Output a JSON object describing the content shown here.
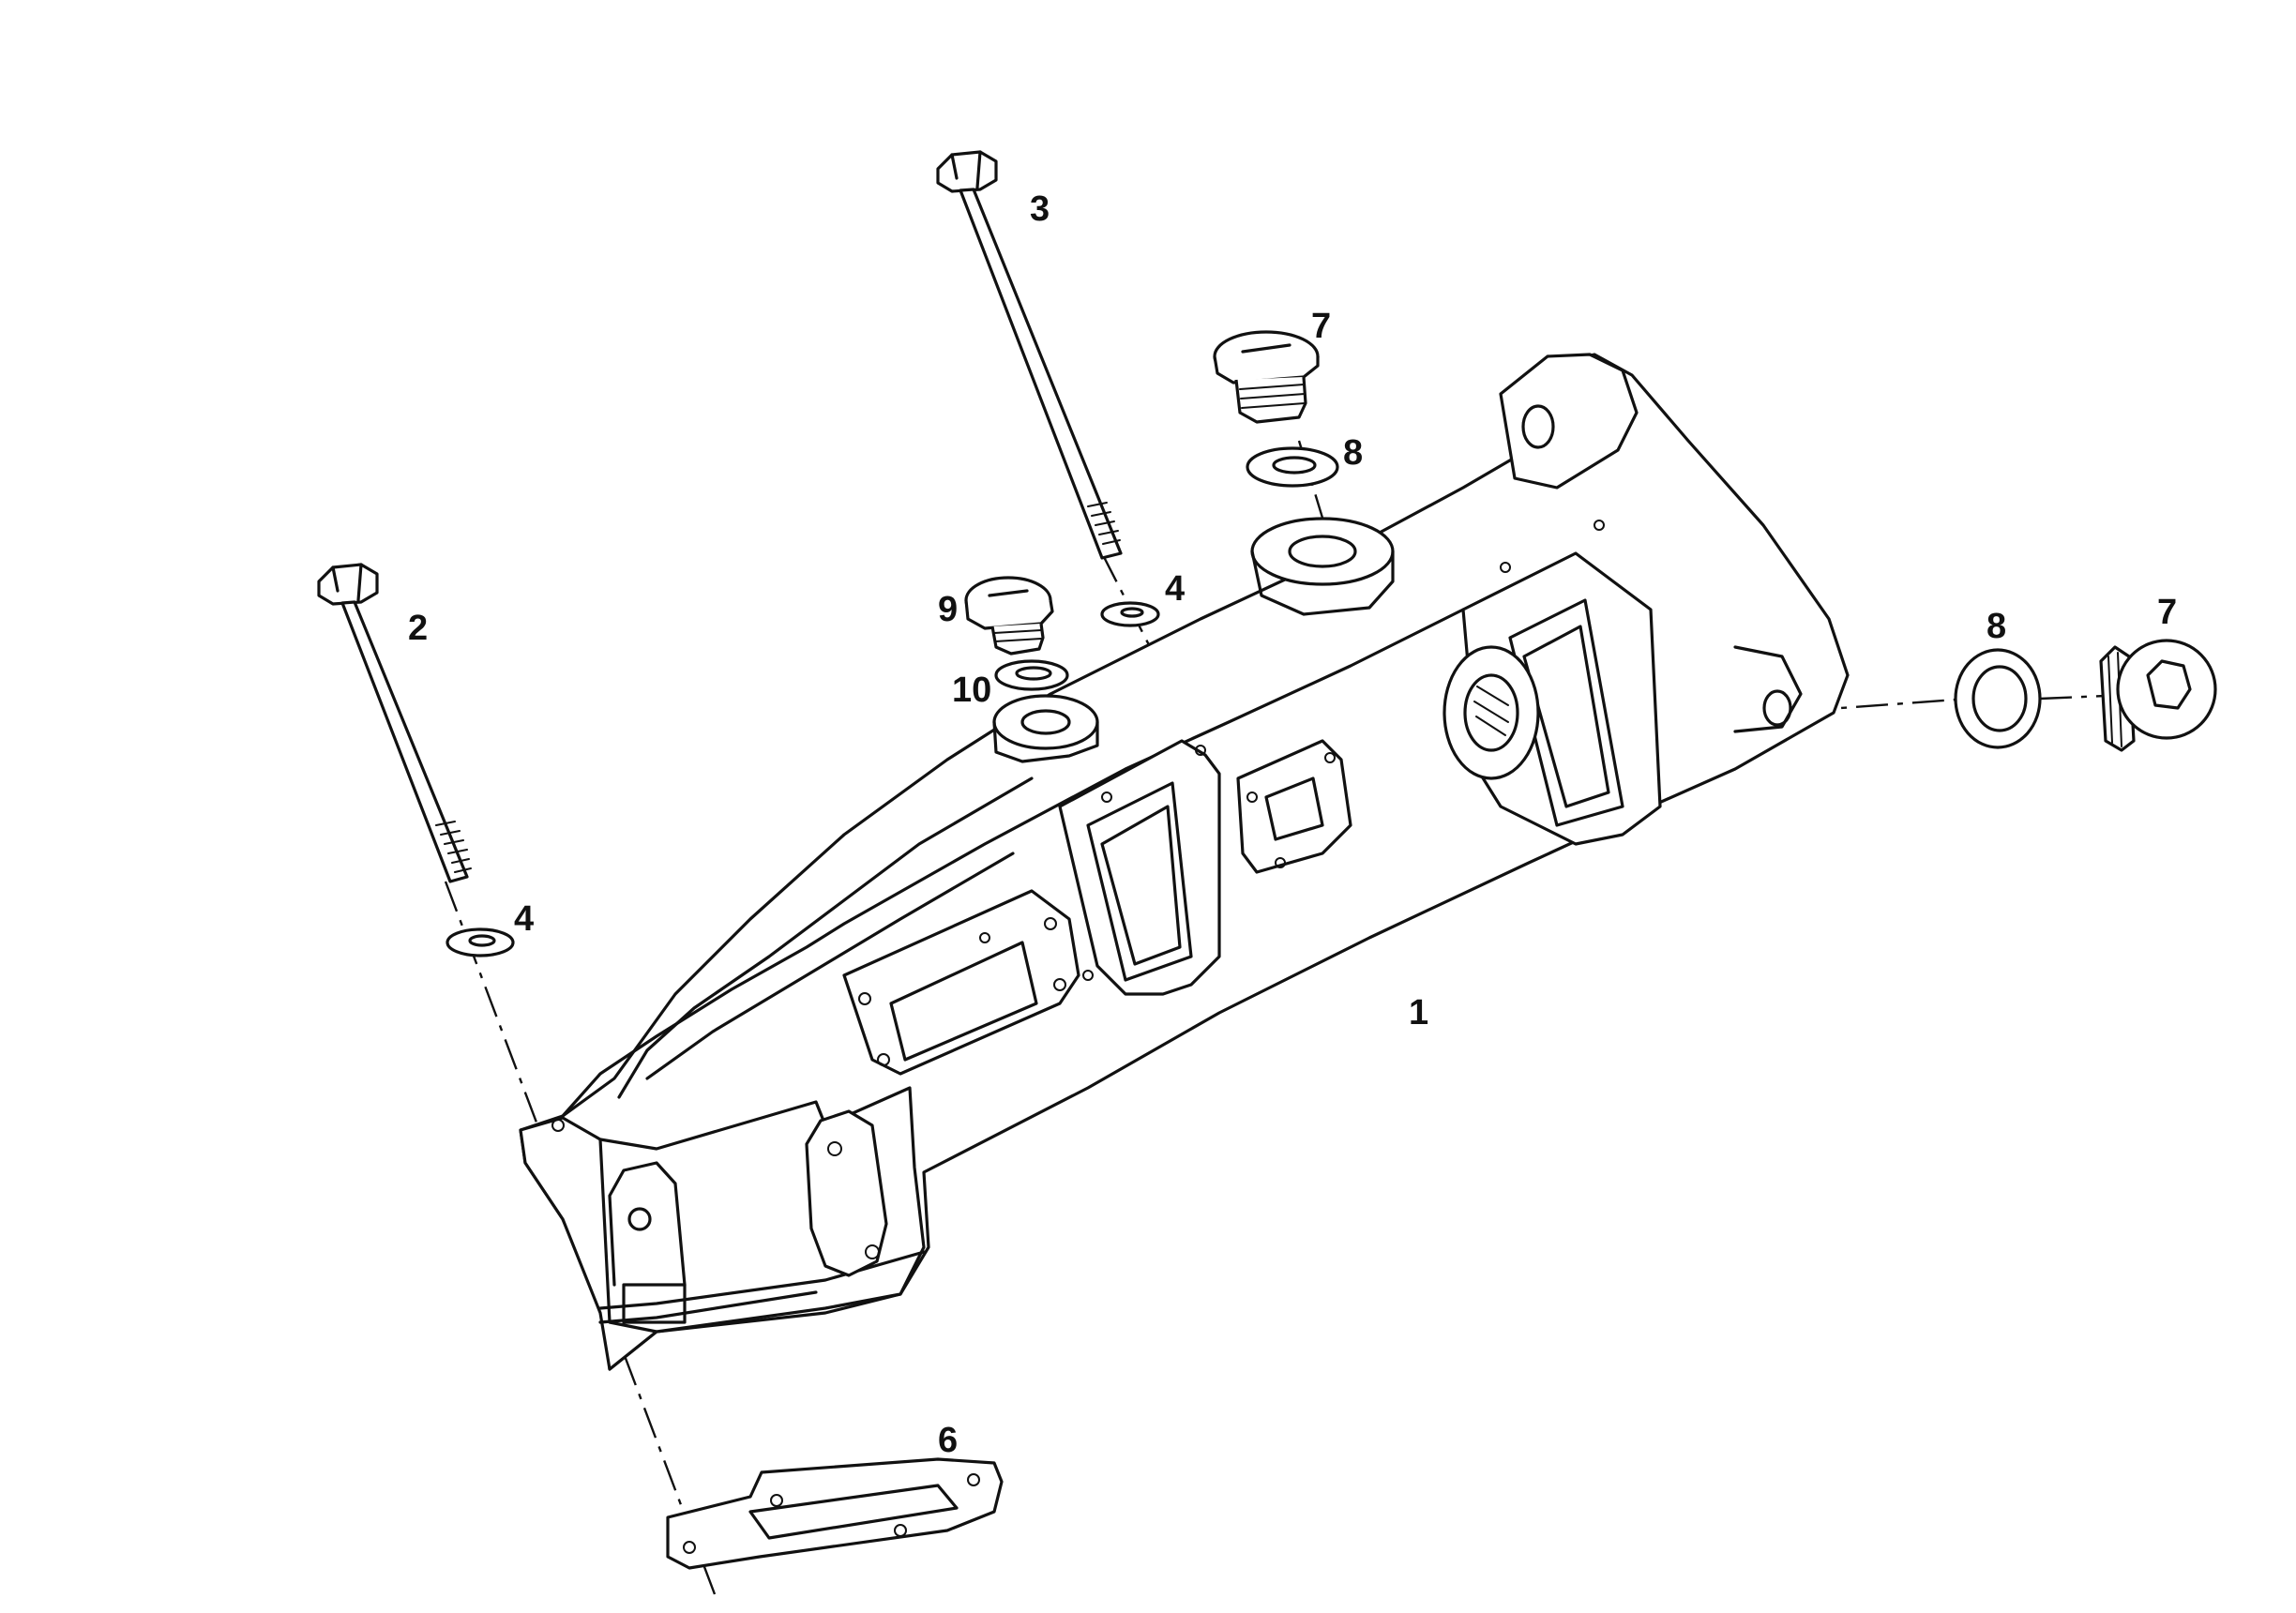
{
  "callouts": {
    "c1": "1",
    "c2": "2",
    "c3": "3",
    "c4a": "4",
    "c4b": "4",
    "c6": "6",
    "c7a": "7",
    "c7b": "7",
    "c8a": "8",
    "c8b": "8",
    "c9": "9",
    "c10": "10"
  },
  "colors": {
    "line": "#111111",
    "background": "#ffffff"
  }
}
